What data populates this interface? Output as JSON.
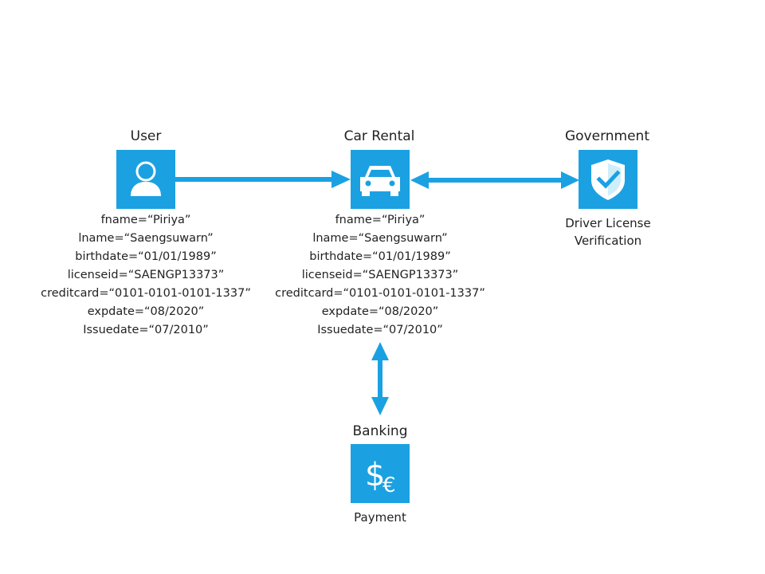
{
  "nodes": {
    "user": {
      "title": "User",
      "icon": "user-icon",
      "attributes": [
        "fname=“Piriya”",
        "lname=“Saengsuwarn”",
        "birthdate=“01/01/1989”",
        "licenseid=“SAENGP13373”",
        "creditcard=“0101-0101-0101-1337”",
        "expdate=“08/2020”",
        "Issuedate=“07/2010”"
      ]
    },
    "car_rental": {
      "title": "Car Rental",
      "icon": "car-icon",
      "attributes": [
        "fname=“Piriya”",
        "lname=“Saengsuwarn”",
        "birthdate=“01/01/1989”",
        "licenseid=“SAENGP13373”",
        "creditcard=“0101-0101-0101-1337”",
        "expdate=“08/2020”",
        "Issuedate=“07/2010”"
      ]
    },
    "government": {
      "title": "Government",
      "icon": "shield-check-icon",
      "caption_lines": [
        "Driver License",
        "Verification"
      ]
    },
    "banking": {
      "title": "Banking",
      "icon": "currency-icon",
      "caption": "Payment"
    }
  },
  "edges": [
    {
      "from": "User",
      "to": "Car Rental",
      "direction": "one-way"
    },
    {
      "from": "Car Rental",
      "to": "Government",
      "direction": "two-way"
    },
    {
      "from": "Car Rental",
      "to": "Banking",
      "direction": "two-way"
    }
  ],
  "colors": {
    "tile": "#1ba1e2",
    "arrow": "#1ba1e2",
    "text": "#222222"
  }
}
